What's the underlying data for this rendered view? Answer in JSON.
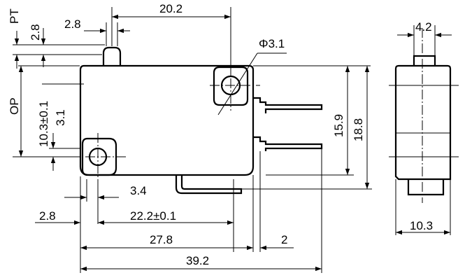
{
  "drawing": {
    "labels": {
      "pt": "PT",
      "op": "OP",
      "d_20_2": "20.2",
      "d_2_8_top": "2.8",
      "d_2_8_vert": "2.8",
      "d_phi": "Φ3.1",
      "d_4_2": "4.2",
      "d_10_3_tol": "10.3±0.1",
      "d_3_1": "3.1",
      "d_15_9": "15.9",
      "d_18_8": "18.8",
      "d_3_4": "3.4",
      "d_2_8_bottom": "2.8",
      "d_22_2": "22.2±0.1",
      "d_27_8": "27.8",
      "d_2": "2",
      "d_39_2": "39.2",
      "d_10_3": "10.3"
    }
  }
}
